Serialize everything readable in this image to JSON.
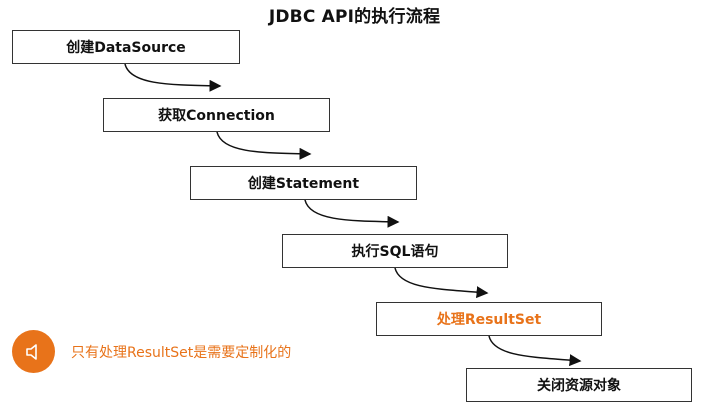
{
  "title": "JDBC API的执行流程",
  "steps": [
    "创建DataSource",
    "获取Connection",
    "创建Statement",
    "执行SQL语句",
    "处理ResultSet",
    "关闭资源对象"
  ],
  "highlight_step_index": 4,
  "note": {
    "icon": "speaker-icon",
    "text": "只有处理ResultSet是需要定制化的"
  },
  "colors": {
    "accent": "#e8731a",
    "box_border": "#333333",
    "text": "#111111"
  }
}
